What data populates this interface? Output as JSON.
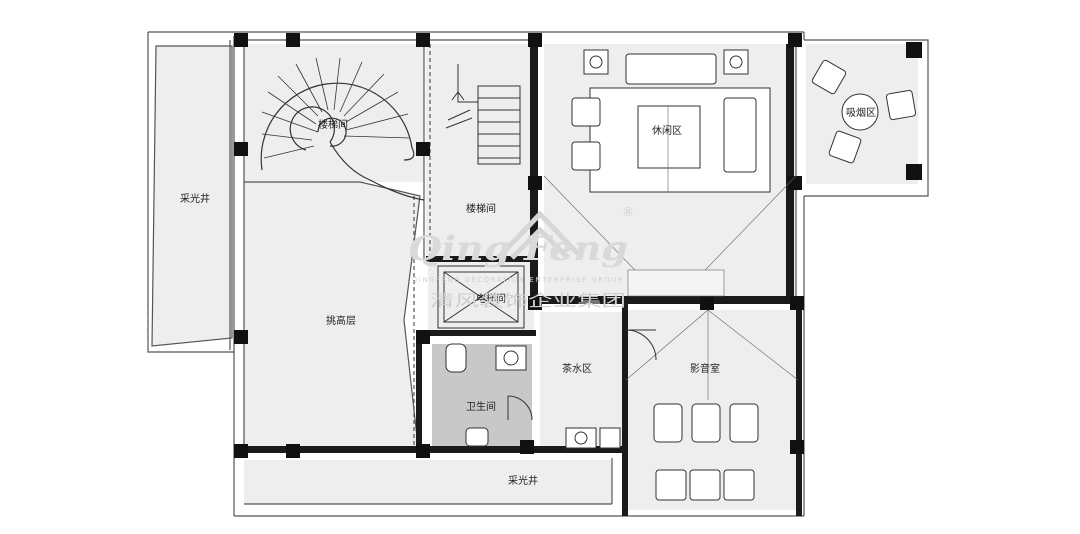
{
  "rooms": {
    "spiral_stair": "楼梯间",
    "stair": "楼梯间",
    "lounge": "休闲区",
    "smoking": "吸烟区",
    "lightwell_left": "采光井",
    "lightwell_bottom": "采光井",
    "double_height": "挑高层",
    "elevator": "电梯间",
    "tea": "茶水区",
    "theater": "影音室",
    "bathroom": "卫生间"
  },
  "watermark": {
    "logo": "Qing Feng",
    "registered": "®",
    "subtitle": "QINGFENG DECORATION ENTERPRISE GROUP",
    "chinese": "清风装饰企业集团"
  },
  "colors": {
    "wall": "#1a1a1a",
    "floor_fill": "#eeeeee",
    "bathroom_fill": "#c8c8c8",
    "line": "#555555"
  }
}
